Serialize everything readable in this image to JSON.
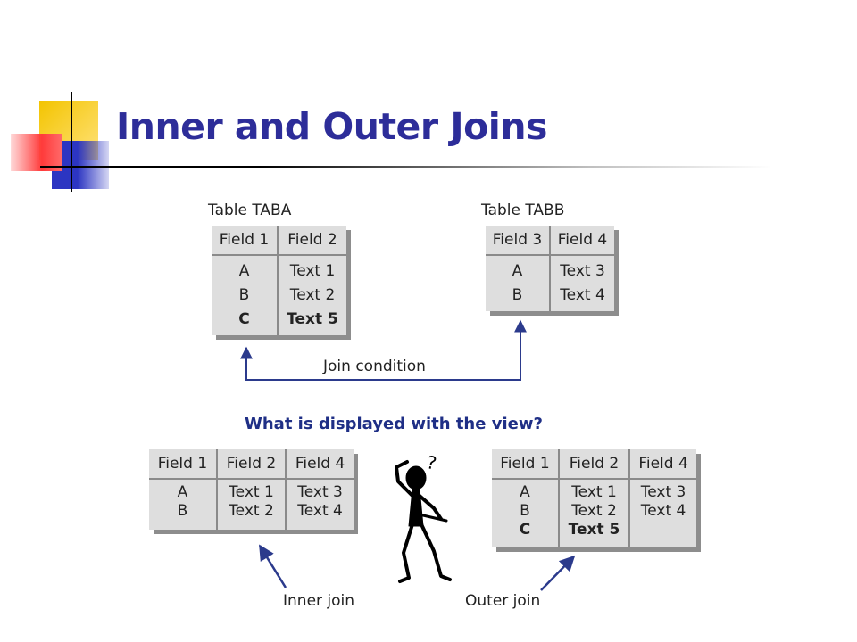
{
  "slide": {
    "title": "Inner and Outer Joins"
  },
  "colors": {
    "title": "#2d2d99",
    "arrow": "#2b3a8c",
    "table_fill": "#dedede",
    "table_shadow": "#8d8d8d",
    "question": "#1f2f86"
  },
  "table_taba": {
    "caption": "Table TABA",
    "headers": [
      "Field 1",
      "Field 2"
    ],
    "col1": [
      {
        "text": "A",
        "bold": false
      },
      {
        "text": "B",
        "bold": false
      },
      {
        "text": "C",
        "bold": true
      }
    ],
    "col2": [
      {
        "text": "Text 1",
        "bold": false
      },
      {
        "text": "Text 2",
        "bold": false
      },
      {
        "text": "Text 5",
        "bold": true
      }
    ]
  },
  "table_tabb": {
    "caption": "Table TABB",
    "headers": [
      "Field 3",
      "Field 4"
    ],
    "col1": [
      {
        "text": "A",
        "bold": false
      },
      {
        "text": "B",
        "bold": false
      }
    ],
    "col2": [
      {
        "text": "Text 3",
        "bold": false
      },
      {
        "text": "Text 4",
        "bold": false
      }
    ]
  },
  "join_condition_label": "Join condition",
  "question": "What is displayed with the view?",
  "inner_view": {
    "headers": [
      "Field 1",
      "Field 2",
      "Field 4"
    ],
    "col1": [
      {
        "text": "A",
        "bold": false
      },
      {
        "text": "B",
        "bold": false
      }
    ],
    "col2": [
      {
        "text": "Text 1",
        "bold": false
      },
      {
        "text": "Text 2",
        "bold": false
      }
    ],
    "col3": [
      {
        "text": "Text 3",
        "bold": false
      },
      {
        "text": "Text 4",
        "bold": false
      }
    ]
  },
  "outer_view": {
    "headers": [
      "Field 1",
      "Field 2",
      "Field 4"
    ],
    "col1": [
      {
        "text": "A",
        "bold": false
      },
      {
        "text": "B",
        "bold": false
      },
      {
        "text": "C",
        "bold": true
      }
    ],
    "col2": [
      {
        "text": "Text 1",
        "bold": false
      },
      {
        "text": "Text 2",
        "bold": false
      },
      {
        "text": "Text 5",
        "bold": true
      }
    ],
    "col3": [
      {
        "text": "Text 3",
        "bold": false
      },
      {
        "text": "Text 4",
        "bold": false
      }
    ]
  },
  "inner_join_label": "Inner join",
  "outer_join_label": "Outer join",
  "figure": {
    "question_mark": "?"
  }
}
